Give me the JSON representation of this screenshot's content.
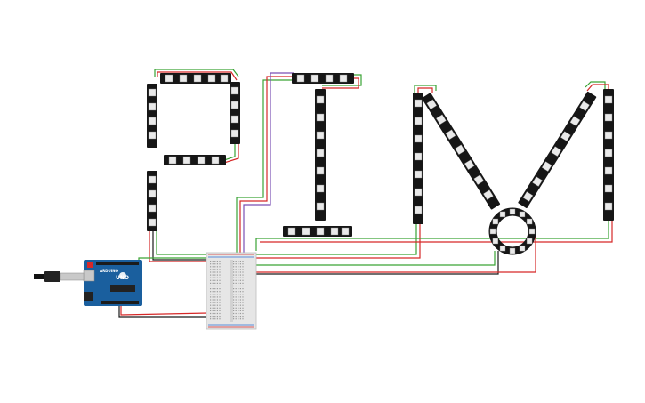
{
  "colors": {
    "wire_power": "#d62828",
    "wire_ground": "#1a1a1a",
    "wire_data": "#3aa335",
    "wire_aux": "#7a4fb5",
    "strip": "#161616",
    "board": "#1a5f9e",
    "breadboard": "#e6e6e6"
  },
  "icons": {
    "usb_cable": "usb-cable-icon",
    "arduino": "arduino-uno-board",
    "breadboard": "breadboard",
    "ring": "neopixel-ring"
  },
  "board": {
    "name": "UNO",
    "brand": "ARDUINO"
  }
}
